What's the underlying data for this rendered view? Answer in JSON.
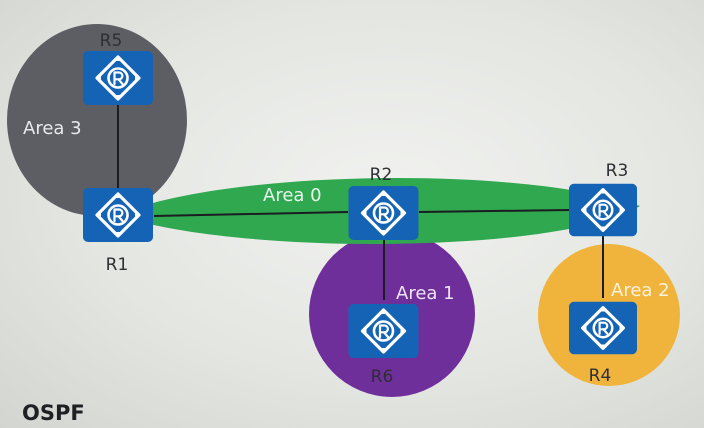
{
  "diagram": {
    "title": "OSPF",
    "routers": [
      {
        "id": "R1",
        "label": "R1"
      },
      {
        "id": "R2",
        "label": "R2"
      },
      {
        "id": "R3",
        "label": "R3"
      },
      {
        "id": "R4",
        "label": "R4"
      },
      {
        "id": "R5",
        "label": "R5"
      },
      {
        "id": "R6",
        "label": "R6"
      }
    ],
    "router_icon_glyph": "R",
    "areas": [
      {
        "id": "area0",
        "label": "Area 0",
        "color": "#2fa84f"
      },
      {
        "id": "area1",
        "label": "Area 1",
        "color": "#6f2f9b"
      },
      {
        "id": "area2",
        "label": "Area 2",
        "color": "#f0b43c"
      },
      {
        "id": "area3",
        "label": "Area 3",
        "color": "#5c5e63"
      }
    ],
    "links": [
      {
        "from": "R1",
        "to": "R2"
      },
      {
        "from": "R2",
        "to": "R3"
      },
      {
        "from": "R1",
        "to": "R5"
      },
      {
        "from": "R2",
        "to": "R6"
      },
      {
        "from": "R3",
        "to": "R4"
      }
    ],
    "router_color": "#1463b5"
  }
}
